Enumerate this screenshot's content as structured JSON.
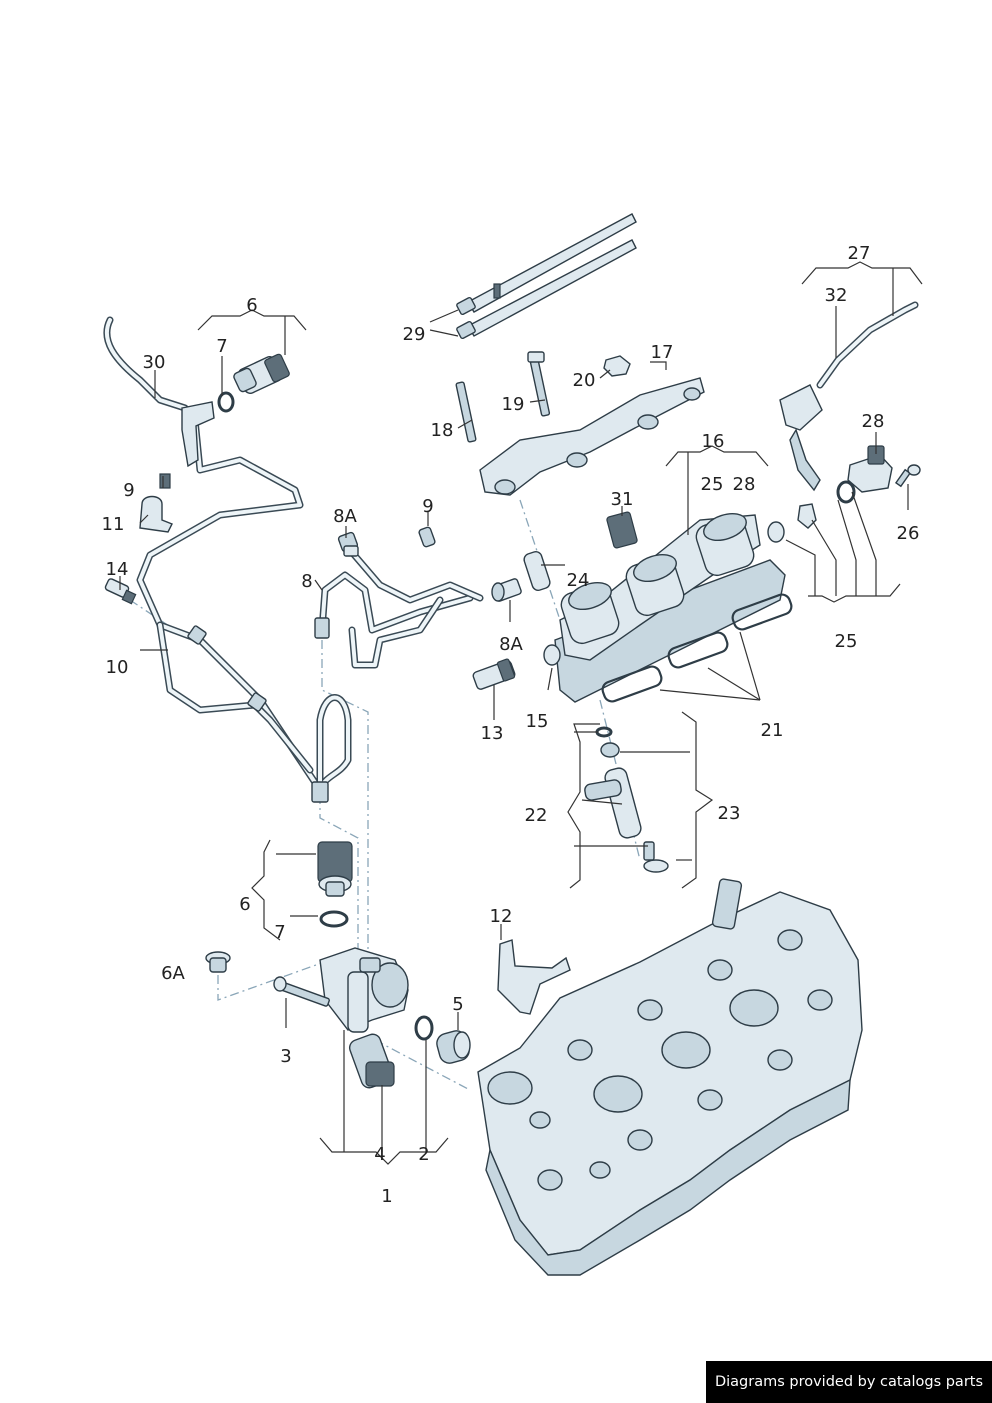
{
  "callouts": {
    "c1": "1",
    "c2": "2",
    "c3": "3",
    "c4": "4",
    "c5": "5",
    "c6_top": "6",
    "c6_lower": "6",
    "c6a": "6A",
    "c7_top": "7",
    "c7_lower": "7",
    "c8": "8",
    "c8a_top": "8A",
    "c8a_lower": "8A",
    "c9_left": "9",
    "c9_mid": "9",
    "c10": "10",
    "c11": "11",
    "c12": "12",
    "c13": "13",
    "c14": "14",
    "c15": "15",
    "c16": "16",
    "c17": "17",
    "c18": "18",
    "c19": "19",
    "c20": "20",
    "c21": "21",
    "c22": "22",
    "c23": "23",
    "c24": "24",
    "c25_top": "25",
    "c25_bottom": "25",
    "c26": "26",
    "c27": "27",
    "c28": "28",
    "c29": "29",
    "c30": "30",
    "c31": "31",
    "c32": "32"
  },
  "credit": "Diagrams provided by catalogs parts"
}
